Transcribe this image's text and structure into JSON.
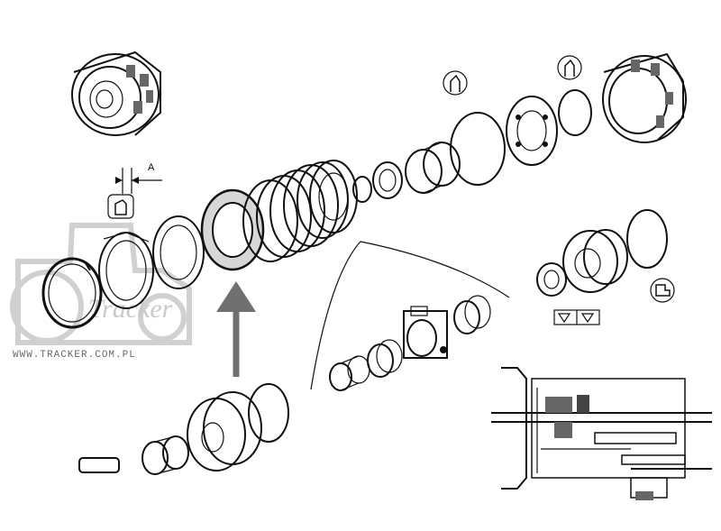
{
  "watermark": {
    "url": "WWW.TRACKER.COM.PL",
    "logo_text": "Tracker"
  },
  "labels": {
    "dimension_a": "A"
  },
  "colors": {
    "line": "#111111",
    "arrow": "#707070",
    "watermark": "#9a9a9a",
    "background": "#ffffff"
  },
  "icons": {
    "lubricant_symbol": "bottle-icon",
    "seal_symbol": "seal-icon",
    "orientation_marks": "triangle-down-icon"
  }
}
